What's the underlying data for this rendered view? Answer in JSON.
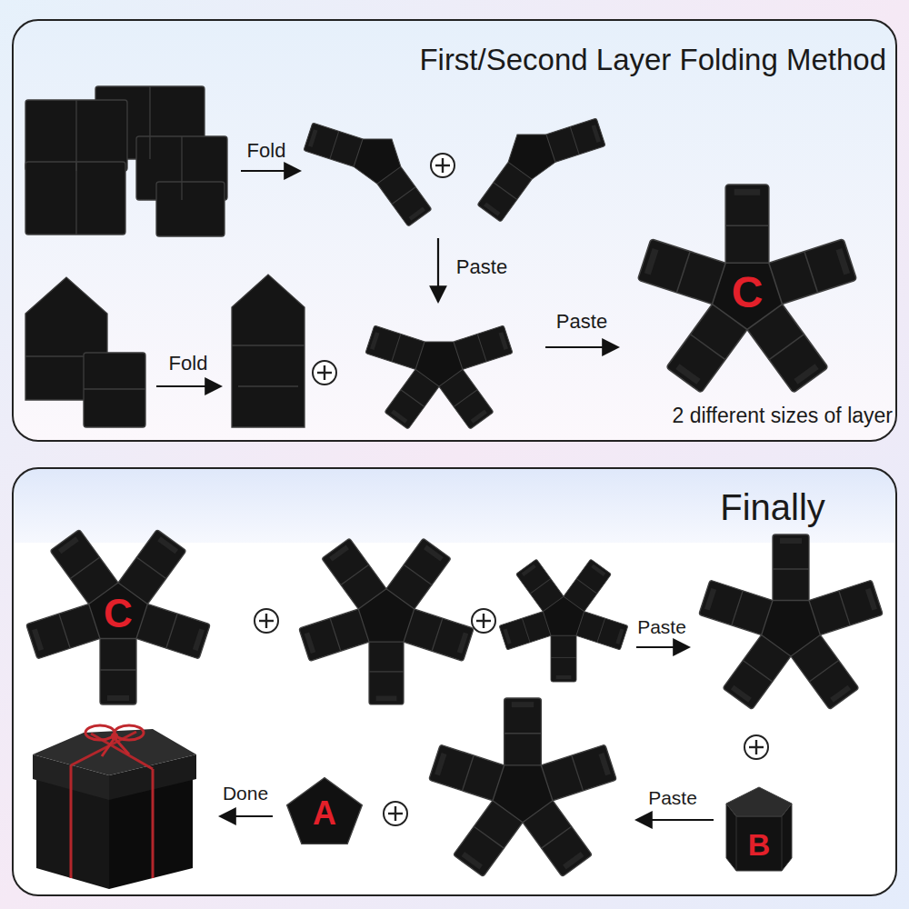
{
  "diagram": {
    "nodes": [
      {
        "text": [
          "C"
        ]
      },
      {
        "text": [
          "C"
        ]
      },
      {
        "text": [
          "A"
        ]
      },
      {
        "text": [
          "B"
        ]
      }
    ],
    "labels": [
      "First/Second Layer Folding Method",
      "Fold",
      "Paste",
      "Fold",
      "Paste",
      "2 different sizes of layer",
      "Finally",
      "Paste",
      "Paste",
      "Done"
    ]
  }
}
